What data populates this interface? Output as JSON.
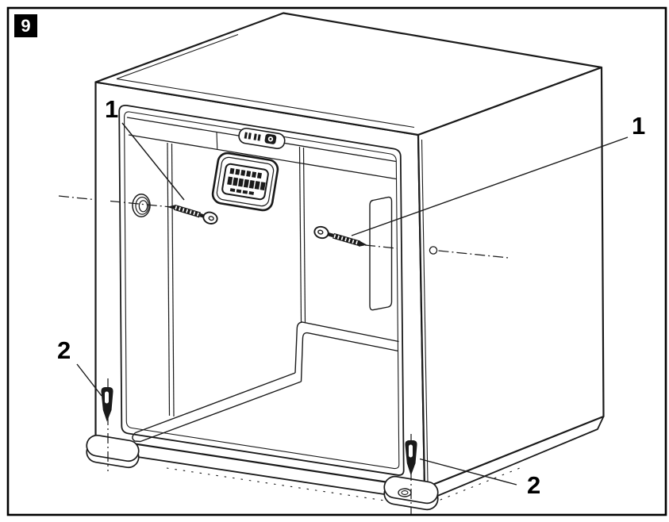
{
  "figure": {
    "step_number": "9",
    "background_color": "#ffffff",
    "line_color": "#1a1a1a",
    "frame_color": "#000000"
  },
  "callouts": [
    {
      "id": "callout-1-left",
      "label": "1",
      "points_to": "mounting-screw-left"
    },
    {
      "id": "callout-1-right",
      "label": "1",
      "points_to": "mounting-screw-right"
    },
    {
      "id": "callout-2-left",
      "label": "2",
      "points_to": "wall-anchor-left"
    },
    {
      "id": "callout-2-right",
      "label": "2",
      "points_to": "wall-anchor-right"
    }
  ],
  "parts": [
    {
      "ref": "1",
      "name": "mounting-screw",
      "occurrences": 2
    },
    {
      "ref": "2",
      "name": "wall-anchor-plug",
      "occurrences": 2
    }
  ],
  "illustration": {
    "subject": "open-front cabinet, isometric line drawing",
    "details": [
      "dash-dot center lines through both screw axes and both anchor axes",
      "rating-plate and certification-plate inside on rear wall",
      "cable-grommet hole on interior left wall",
      "two feet at front corners of base"
    ]
  }
}
